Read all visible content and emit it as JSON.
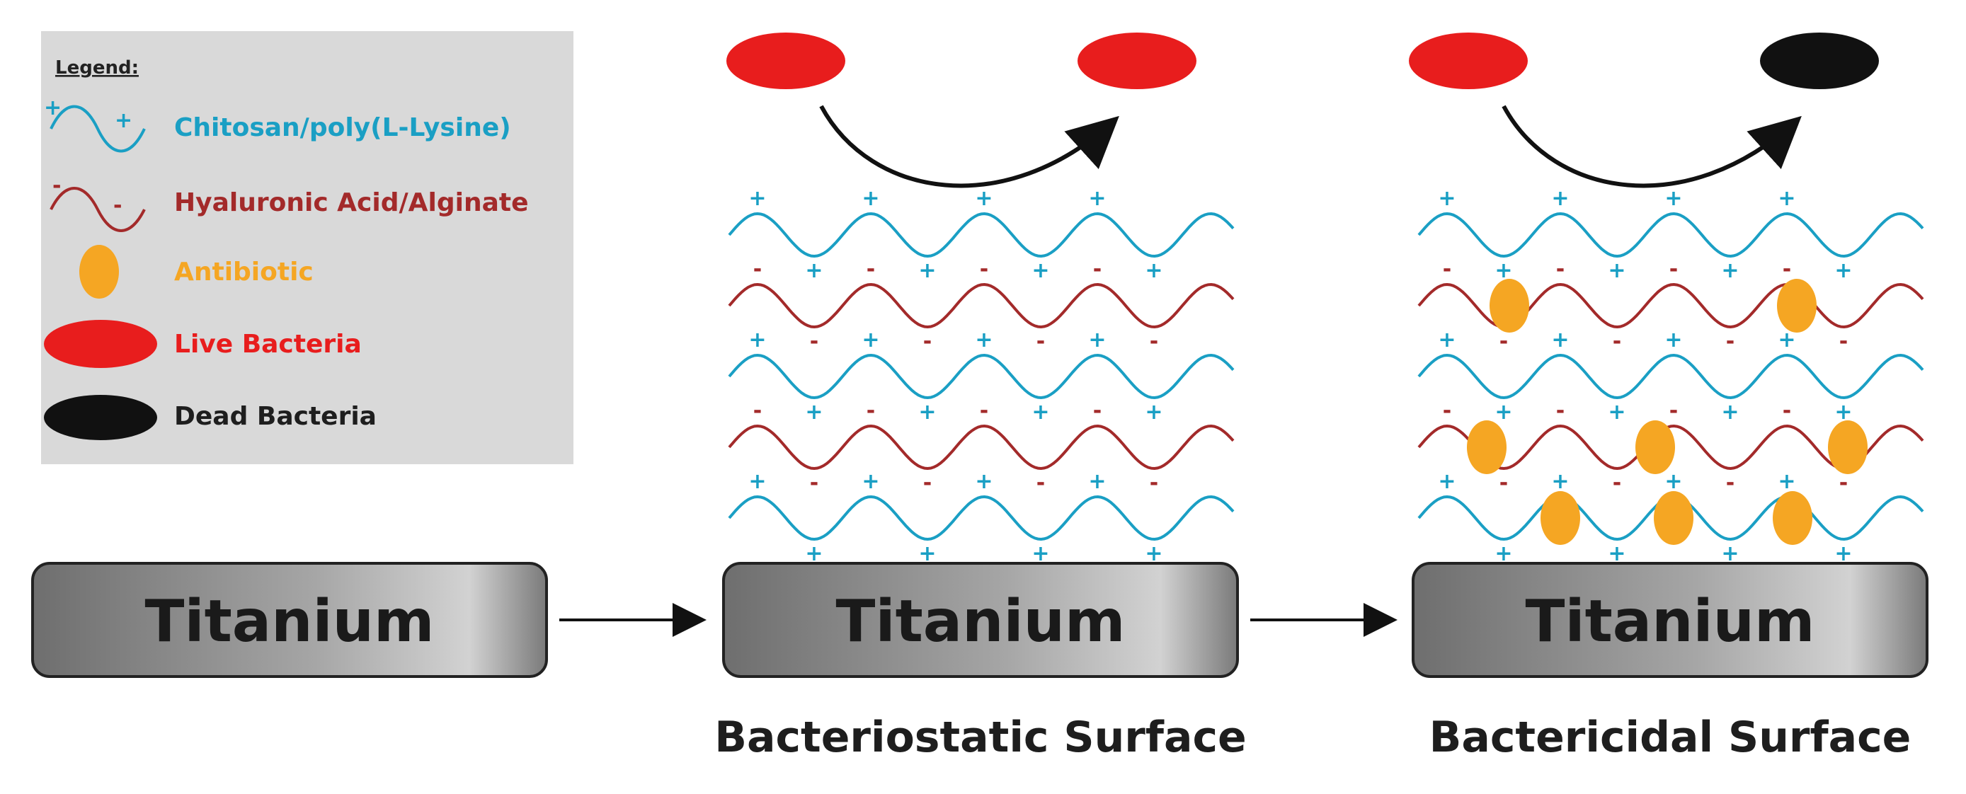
{
  "legend": {
    "title": "Legend:",
    "items": [
      {
        "label": "Chitosan/poly(L-Lysine)",
        "color": "#1a9fc4",
        "symbol": "positive-wave"
      },
      {
        "label": "Hyaluronic Acid/Alginate",
        "color": "#a32a2a",
        "symbol": "negative-wave"
      },
      {
        "label": "Antibiotic",
        "color": "#f5a623",
        "symbol": "orange-ellipse"
      },
      {
        "label": "Live Bacteria",
        "color": "#e81d1d",
        "symbol": "red-ellipse"
      },
      {
        "label": "Dead Bacteria",
        "color": "#111111",
        "symbol": "black-ellipse"
      }
    ],
    "background": "#d9d9d9"
  },
  "blocks": [
    {
      "label": "Titanium",
      "caption": ""
    },
    {
      "label": "Titanium",
      "caption": "Bacteriostatic Surface"
    },
    {
      "label": "Titanium",
      "caption": "Bactericidal Surface"
    }
  ],
  "charge_symbols": {
    "positive": "+",
    "negative": "-"
  },
  "colors": {
    "polycation": "#1a9fc4",
    "polyanion": "#a32a2a",
    "antibiotic": "#f5a623",
    "live_bacteria": "#e81d1d",
    "dead_bacteria": "#111111",
    "block_gray": "#8a8a8a"
  }
}
